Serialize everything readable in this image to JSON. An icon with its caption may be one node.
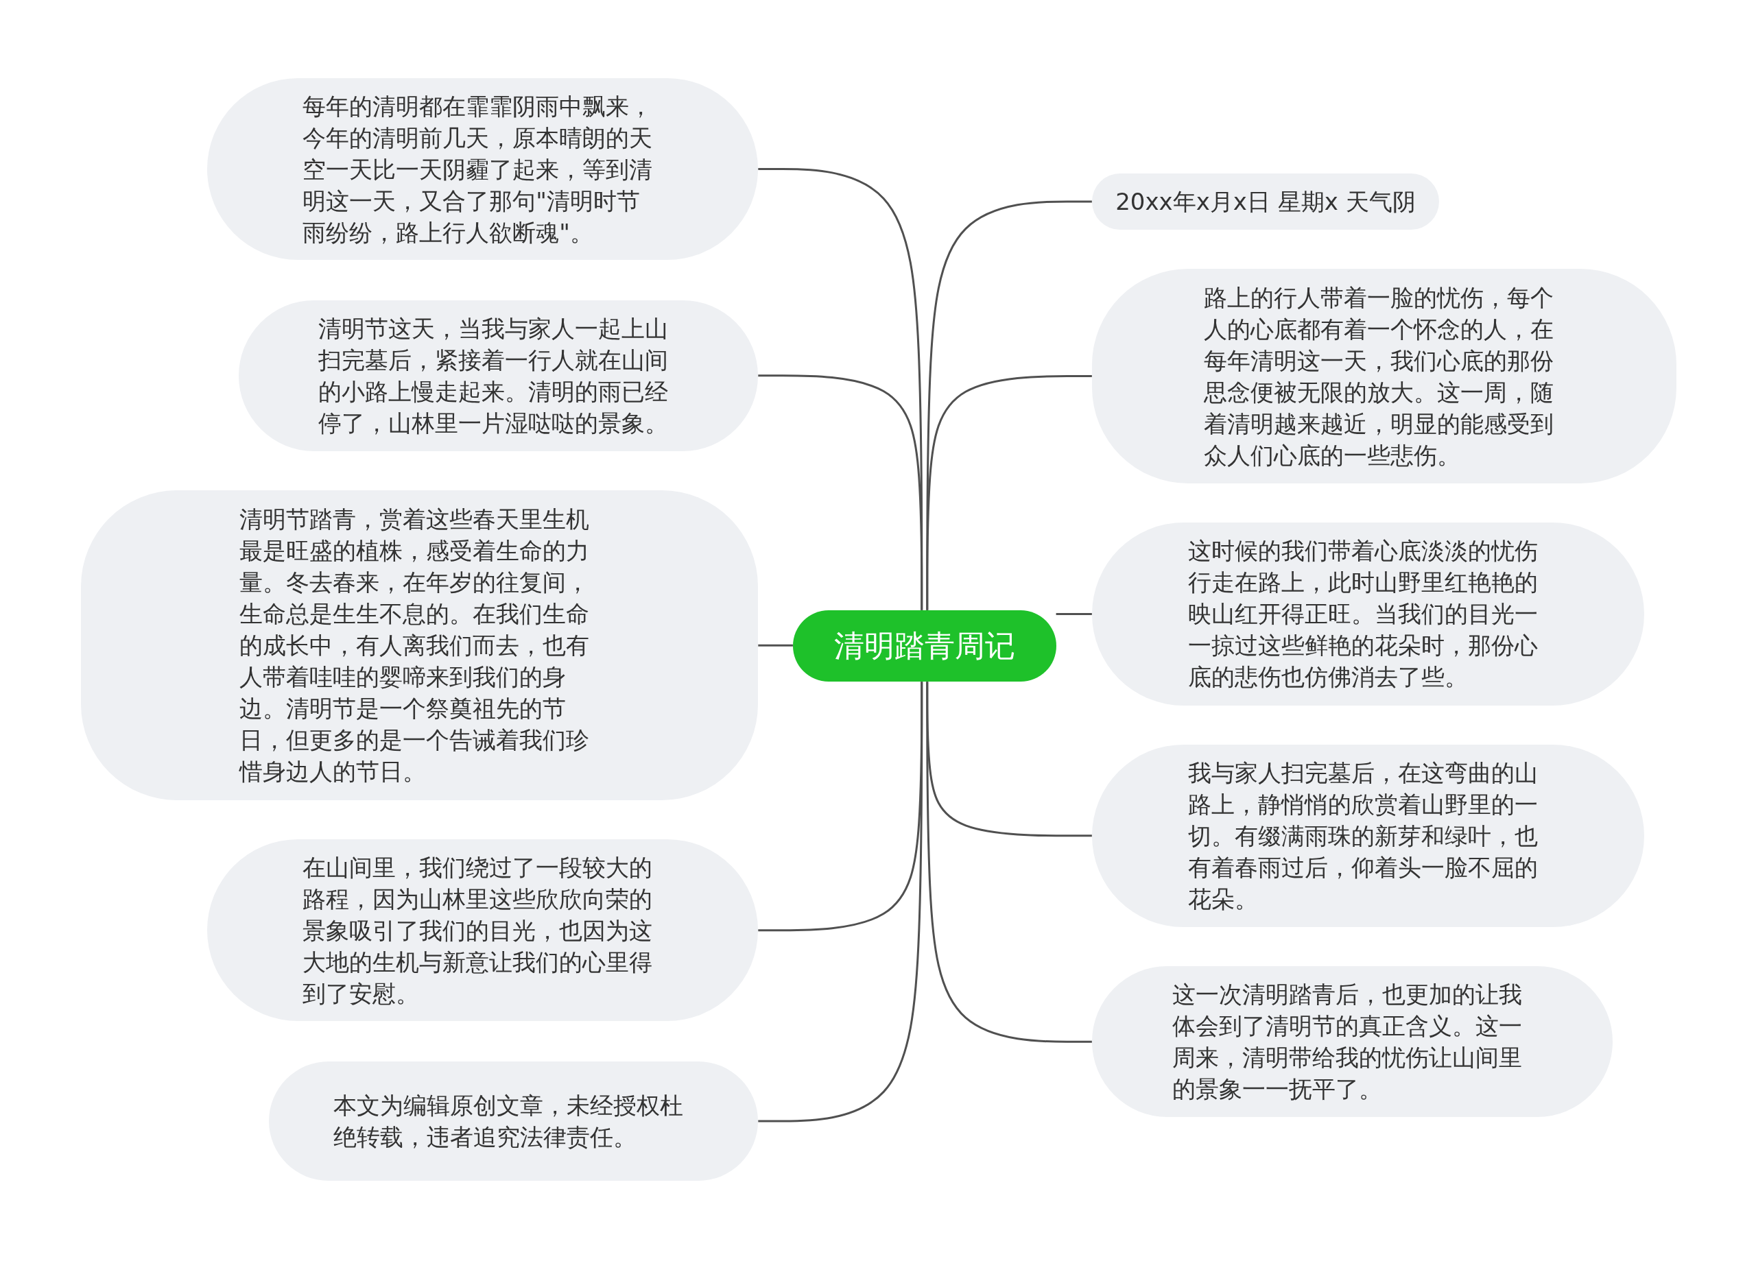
{
  "diagram": {
    "nodes": [
      {
        "text": [
          "清明踏青周记"
        ]
      },
      {
        "text": [
          "每年的清明都在霏霏阴雨中飘来，今年的清明前几天，原本晴朗的天空一天比一天阴霾了起来，等到清明这一天，又合了那句\"清明时节雨纷纷，路上行人欲断魂\"。"
        ]
      },
      {
        "text": [
          "清明节这天，当我与家人一起上山扫完墓后，紧接着一行人就在山间的小路上慢走起来。清明的雨已经停了，山林里一片湿哒哒的景象。"
        ]
      },
      {
        "text": [
          "清明节踏青，赏着这些春天里生机最是旺盛的植株，感受着生命的力量。冬去春来，在年岁的往复间，生命总是生生不息的。在我们生命的成长中，有人离我们而去，也有人带着哇哇的婴啼来到我们的身边。清明节是一个祭奠祖先的节日，但更多的是一个告诫着我们珍惜身边人的节日。"
        ]
      },
      {
        "text": [
          "在山间里，我们绕过了一段较大的路程，因为山林里这些欣欣向荣的景象吸引了我们的目光，也因为这大地的生机与新意让我们的心里得到了安慰。"
        ]
      },
      {
        "text": [
          "本文为编辑原创文章，未经授权杜绝转载，违者追究法律责任。"
        ]
      },
      {
        "text": [
          "20xx年x月x日 星期x 天气阴"
        ]
      },
      {
        "text": [
          "路上的行人带着一脸的忧伤，每个人的心底都有着一个怀念的人，在每年清明这一天，我们心底的那份思念便被无限的放大。这一周，随着清明越来越近，明显的能感受到众人们心底的一些悲伤。"
        ]
      },
      {
        "text": [
          "这时候的我们带着心底淡淡的忧伤行走在路上，此时山野里红艳艳的映山红开得正旺。当我们的目光一一掠过这些鲜艳的花朵时，那份心底的悲伤也仿佛消去了些。"
        ]
      },
      {
        "text": [
          "我与家人扫完墓后，在这弯曲的山路上，静悄悄的欣赏着山野里的一切。有缀满雨珠的新芽和绿叶，也有着春雨过后，仰着头一脸不屈的花朵。"
        ]
      },
      {
        "text": [
          "这一次清明踏青后，也更加的让我体会到了清明节的真正含义。这一周来，清明带给我的忧伤让山间里的景象一一抚平了。"
        ]
      }
    ],
    "edges": [
      {
        "from": 0,
        "to": 1,
        "arrow": "none"
      },
      {
        "from": 0,
        "to": 2,
        "arrow": "none"
      },
      {
        "from": 0,
        "to": 3,
        "arrow": "none"
      },
      {
        "from": 0,
        "to": 4,
        "arrow": "none"
      },
      {
        "from": 0,
        "to": 5,
        "arrow": "none"
      },
      {
        "from": 0,
        "to": 6,
        "arrow": "none"
      },
      {
        "from": 0,
        "to": 7,
        "arrow": "none"
      },
      {
        "from": 0,
        "to": 8,
        "arrow": "none"
      },
      {
        "from": 0,
        "to": 9,
        "arrow": "none"
      },
      {
        "from": 0,
        "to": 10,
        "arrow": "none"
      }
    ]
  }
}
